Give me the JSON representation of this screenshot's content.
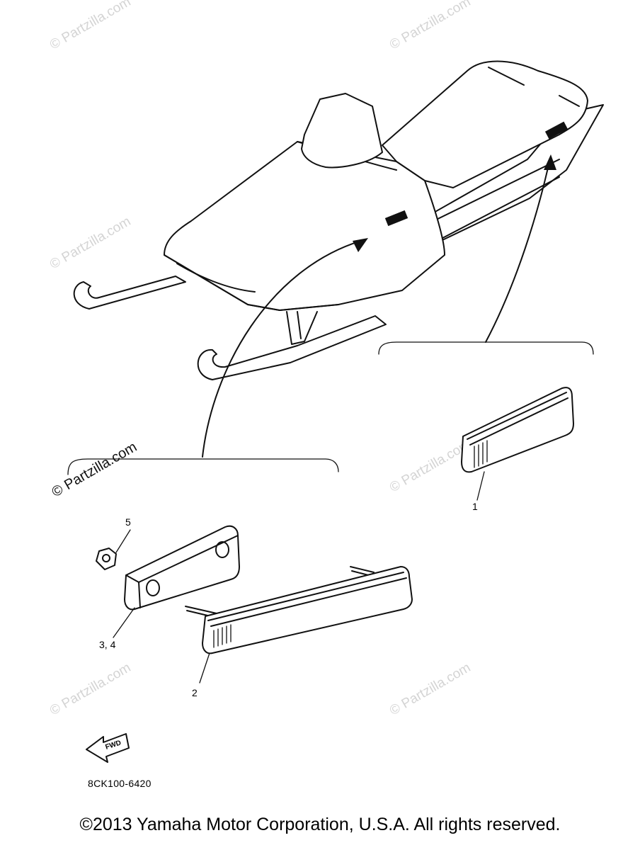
{
  "diagram": {
    "callouts": {
      "one": "1",
      "two": "2",
      "three_four": "3, 4",
      "five": "5"
    },
    "fwd_label": "FWD",
    "code": "8CK100-6420",
    "watermark": "© Partzilla.com",
    "copyright": "©2013 Yamaha Motor Corporation, U.S.A. All rights reserved."
  },
  "colors": {
    "line": "#111111",
    "watermark": "#d4d4d4",
    "background": "#ffffff"
  }
}
